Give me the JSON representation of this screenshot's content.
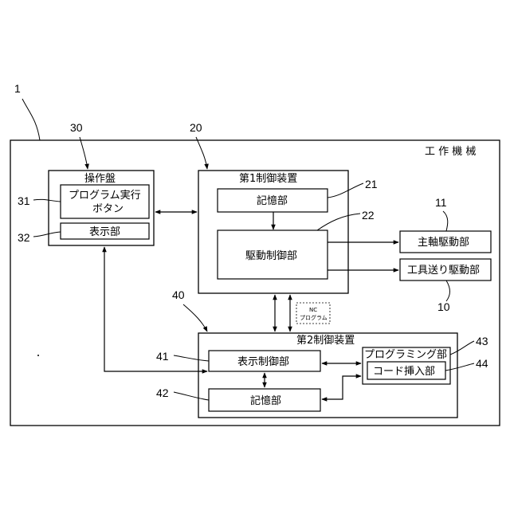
{
  "figure": {
    "refs": {
      "machine": "1",
      "panel": "30",
      "ctrl1": "20",
      "program_button": "31",
      "display": "32",
      "memory1": "21",
      "drive_ctrl": "22",
      "spindle": "11",
      "tool_feed": "10",
      "ctrl2": "40",
      "display_ctrl": "41",
      "memory2": "42",
      "programming": "43",
      "code_insert": "44"
    },
    "labels": {
      "machine": "工 作 機 械",
      "panel": "操作盤",
      "program_button_line1": "プログラム実行",
      "program_button_line2": "ボタン",
      "display": "表示部",
      "ctrl1": "第1制御装置",
      "memory1": "記憶部",
      "drive_ctrl": "駆動制御部",
      "spindle": "主軸駆動部",
      "tool_feed": "工具送り駆動部",
      "nc_line1": "NC",
      "nc_line2": "プログラム",
      "ctrl2": "第2制御装置",
      "display_ctrl": "表示制御部",
      "memory2": "記憶部",
      "programming": "プログラミング部",
      "code_insert": "コード挿入部"
    }
  }
}
